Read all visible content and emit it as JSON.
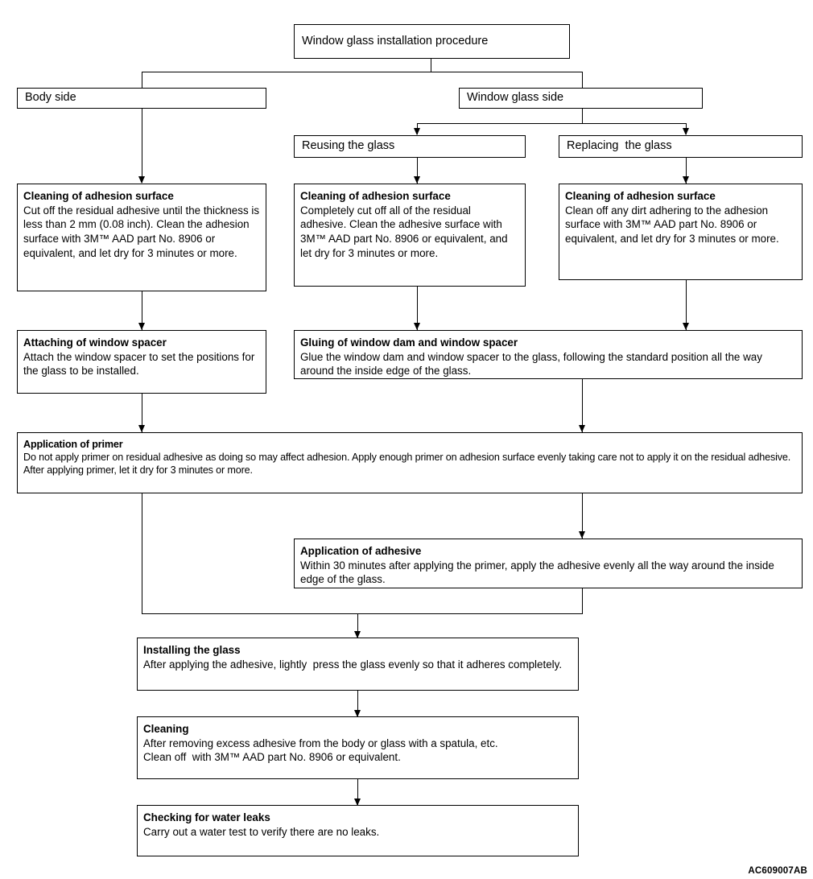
{
  "figure": {
    "code": "AC609007AB",
    "root": {
      "label": "Window glass installation procedure"
    },
    "branches": {
      "body_side": "Body side",
      "glass_side": "Window glass side",
      "reusing": "Reusing the glass",
      "replacing": "Replacing  the glass"
    },
    "steps": {
      "clean_body": {
        "title": "Cleaning of adhesion surface",
        "body": "Cut off the residual adhesive until the thickness is less than 2 mm (0.08 inch). Clean the adhesion surface with 3M™ AAD part No. 8906 or equivalent, and let dry for 3 minutes or more."
      },
      "clean_reuse": {
        "title": "Cleaning of adhesion surface",
        "body": "Completely cut off all of the residual adhesive. Clean the adhesive surface with 3M™ AAD part No. 8906 or equivalent, and let dry for 3 minutes or more."
      },
      "clean_replace": {
        "title": "Cleaning of adhesion surface",
        "body": "Clean off any dirt adhering to the adhesion surface with 3M™ AAD part No. 8906 or equivalent, and let dry for 3 minutes or more."
      },
      "attach_spacer": {
        "title": "Attaching of window spacer",
        "body": "Attach the window spacer to set the positions for the glass to be installed."
      },
      "gluing": {
        "title": "Gluing of window dam and window spacer",
        "body": "Glue the window dam and window spacer to the glass, following the standard position all the way around the inside edge of the glass."
      },
      "primer": {
        "title": "Application of primer",
        "body": "Do not apply primer on residual adhesive as doing so may affect adhesion. Apply enough primer on adhesion surface evenly taking care not to apply it on the residual adhesive. After applying primer, let it dry for 3 minutes or more."
      },
      "adhesive": {
        "title": "Application of adhesive",
        "body": "Within 30 minutes after applying the primer, apply the adhesive evenly all the way around the inside edge of the glass."
      },
      "installing": {
        "title": "Installing the glass",
        "body": "After applying the adhesive, lightly  press the glass evenly so that it adheres completely."
      },
      "cleaning": {
        "title": "Cleaning",
        "body": "After removing excess adhesive from the body or glass with a spatula, etc.\nClean off  with 3M™ AAD part No. 8906 or equivalent."
      },
      "water_leaks": {
        "title": "Checking for water  leaks",
        "body": "Carry out a water test to verify there are no leaks."
      }
    }
  }
}
